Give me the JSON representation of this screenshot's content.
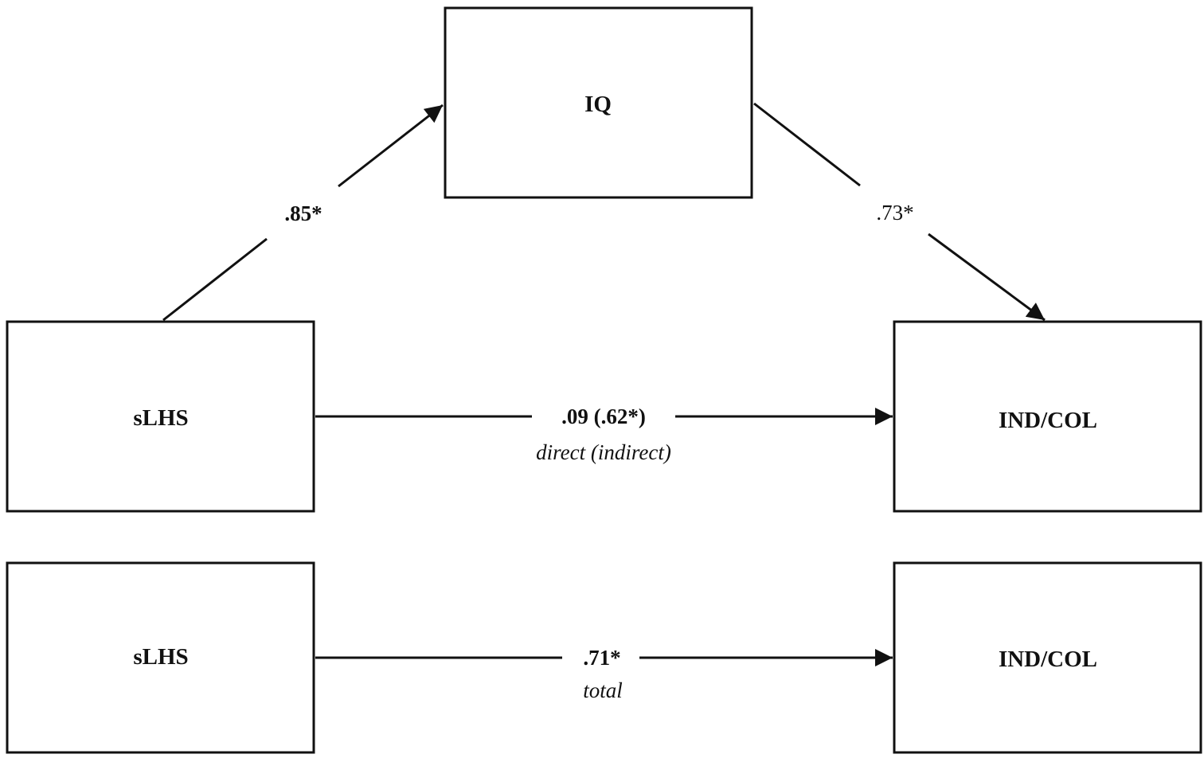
{
  "nodes": {
    "iq": "IQ",
    "slhs_top": "sLHS",
    "indcol_top": "IND/COL",
    "slhs_bottom": "sLHS",
    "indcol_bottom": "IND/COL"
  },
  "paths": {
    "a_path": ".85*",
    "b_path": ".73*",
    "direct_indirect": ".09 (.62*)",
    "direct_indirect_caption": "direct (indirect)",
    "total": ".71*",
    "total_caption": "total"
  }
}
